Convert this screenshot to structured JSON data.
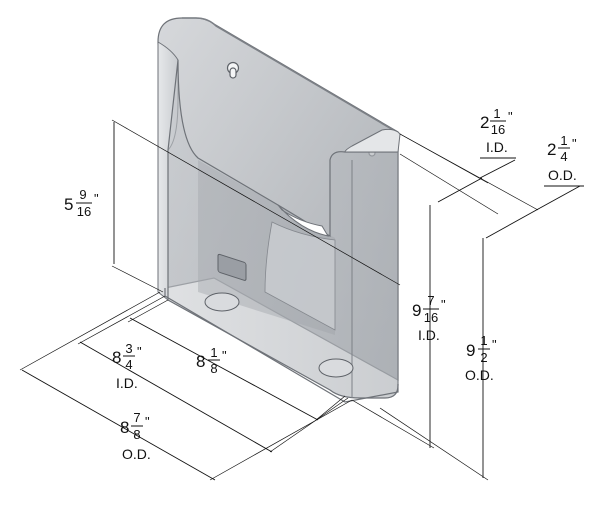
{
  "dimensions": {
    "inner_depth": {
      "whole": "2",
      "num": "1",
      "den": "16",
      "unit": "\"",
      "tag": "I.D."
    },
    "outer_depth": {
      "whole": "2",
      "num": "1",
      "den": "4",
      "unit": "\"",
      "tag": "O.D."
    },
    "back_height": {
      "whole": "5",
      "num": "9",
      "den": "16",
      "unit": "\""
    },
    "inner_width_a": {
      "whole": "8",
      "num": "3",
      "den": "4",
      "unit": "\"",
      "tag": "I.D."
    },
    "inner_width_b": {
      "whole": "8",
      "num": "1",
      "den": "8",
      "unit": "\""
    },
    "outer_width": {
      "whole": "8",
      "num": "7",
      "den": "8",
      "unit": "\"",
      "tag": "O.D."
    },
    "inner_height": {
      "whole": "9",
      "num": "7",
      "den": "16",
      "unit": "\"",
      "tag": "I.D."
    },
    "outer_height": {
      "whole": "9",
      "num": "1",
      "den": "2",
      "unit": "\"",
      "tag": "O.D."
    }
  },
  "colors": {
    "acrylic": "#b9bcc0",
    "acrylic_dark": "#8f9399",
    "edge": "#6e7278",
    "line": "#111111"
  }
}
